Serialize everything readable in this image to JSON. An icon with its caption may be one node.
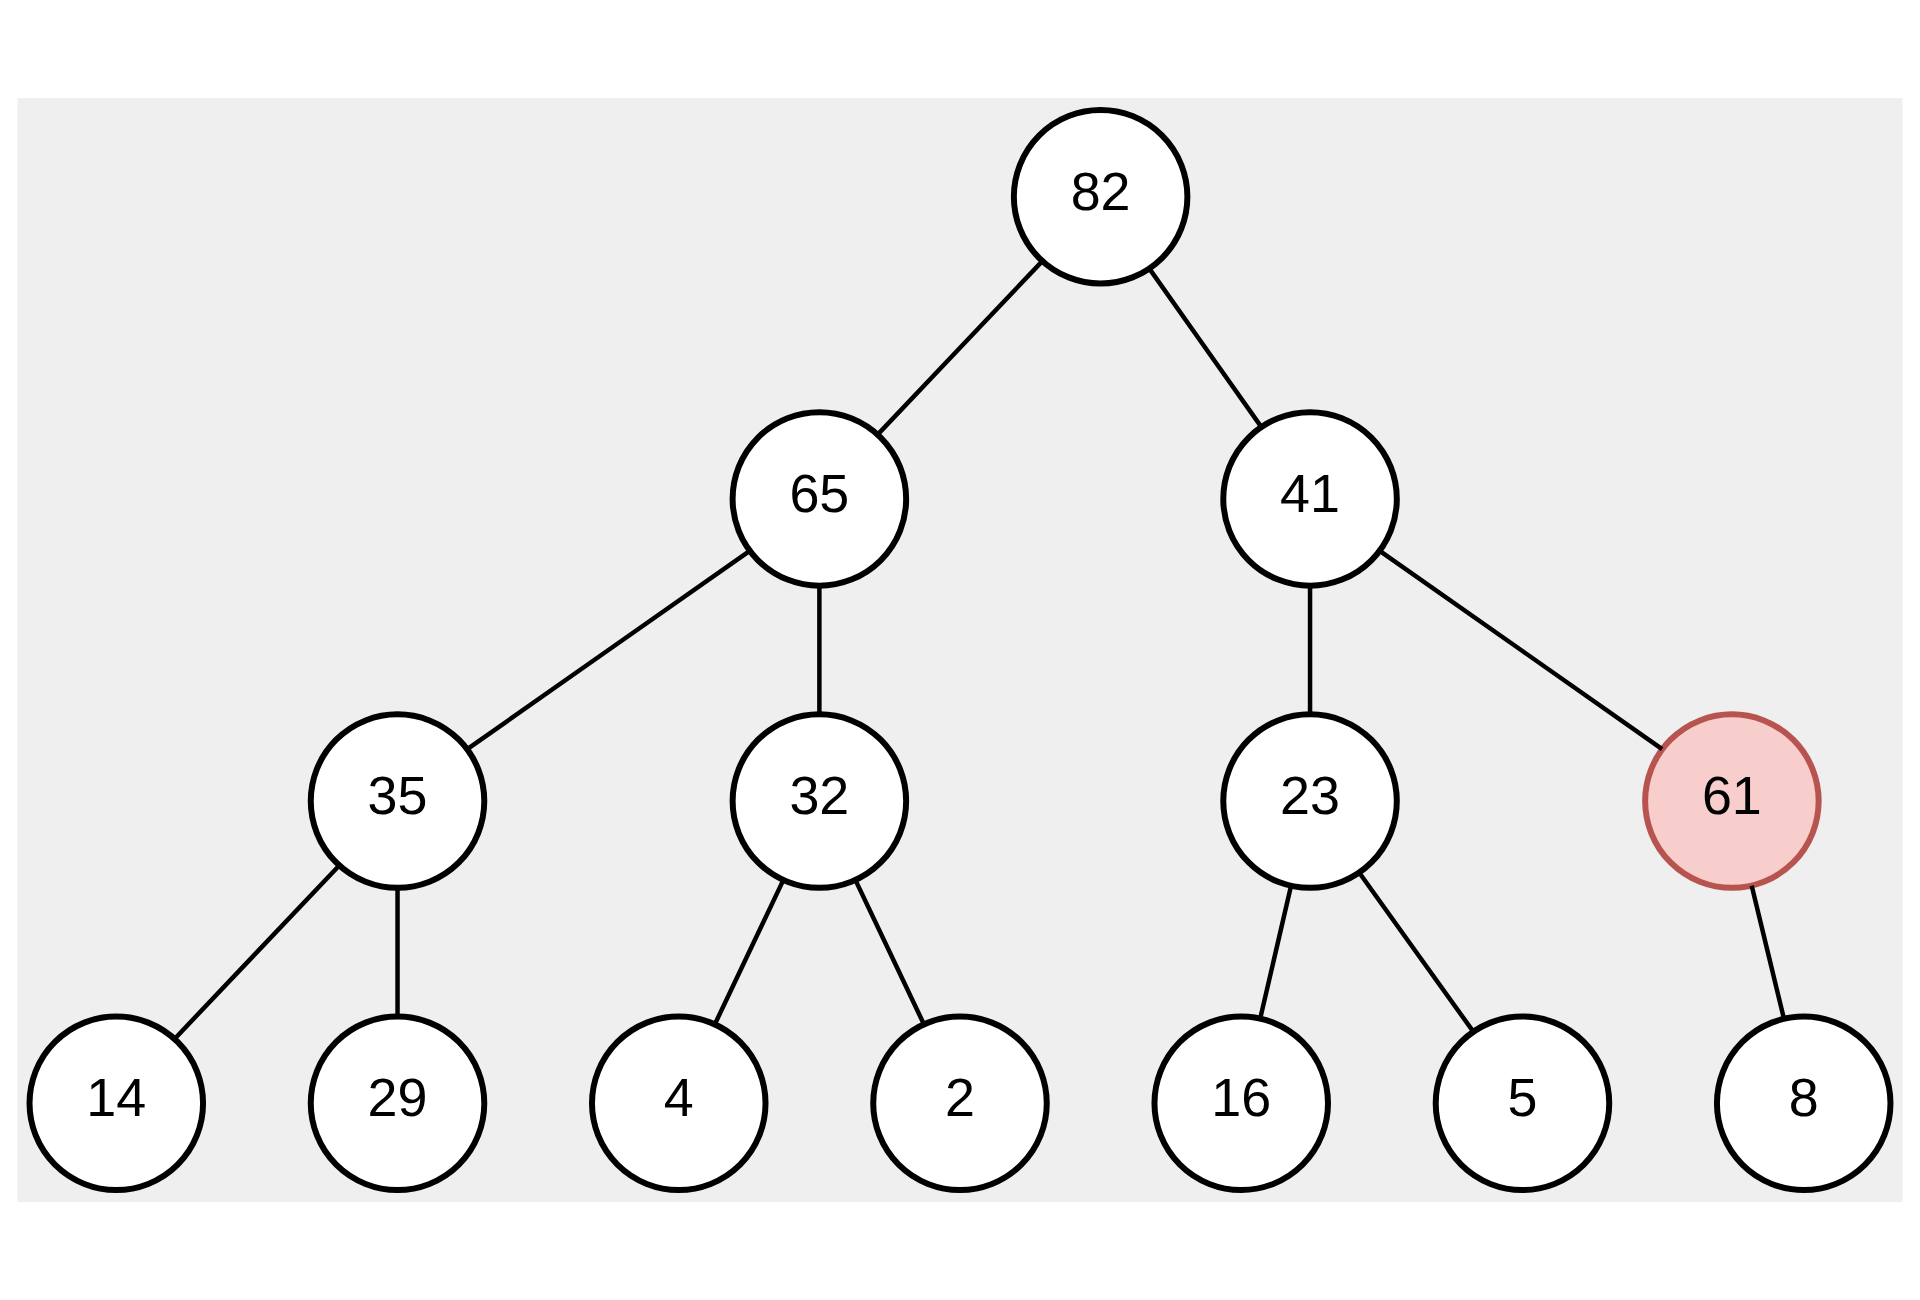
{
  "diagram": {
    "nodes": [
      {
        "text": [
          "82"
        ]
      },
      {
        "text": [
          "65"
        ]
      },
      {
        "text": [
          "41"
        ]
      },
      {
        "text": [
          "35"
        ]
      },
      {
        "text": [
          "32"
        ]
      },
      {
        "text": [
          "23"
        ]
      },
      {
        "text": [
          "61"
        ]
      },
      {
        "text": [
          "14"
        ]
      },
      {
        "text": [
          "29"
        ]
      },
      {
        "text": [
          "4"
        ]
      },
      {
        "text": [
          "2"
        ]
      },
      {
        "text": [
          "16"
        ]
      },
      {
        "text": [
          "5"
        ]
      },
      {
        "text": [
          "8"
        ]
      }
    ],
    "edges": [
      {
        "from": 0,
        "to": 1,
        "arrow": "none"
      },
      {
        "from": 0,
        "to": 2,
        "arrow": "none"
      },
      {
        "from": 1,
        "to": 3,
        "arrow": "none"
      },
      {
        "from": 1,
        "to": 4,
        "arrow": "none"
      },
      {
        "from": 2,
        "to": 5,
        "arrow": "none"
      },
      {
        "from": 2,
        "to": 6,
        "arrow": "none"
      },
      {
        "from": 3,
        "to": 7,
        "arrow": "none"
      },
      {
        "from": 3,
        "to": 8,
        "arrow": "none"
      },
      {
        "from": 4,
        "to": 9,
        "arrow": "none"
      },
      {
        "from": 4,
        "to": 10,
        "arrow": "none"
      },
      {
        "from": 5,
        "to": 11,
        "arrow": "none"
      },
      {
        "from": 5,
        "to": 12,
        "arrow": "none"
      },
      {
        "from": 6,
        "to": 13,
        "arrow": "none"
      }
    ]
  }
}
